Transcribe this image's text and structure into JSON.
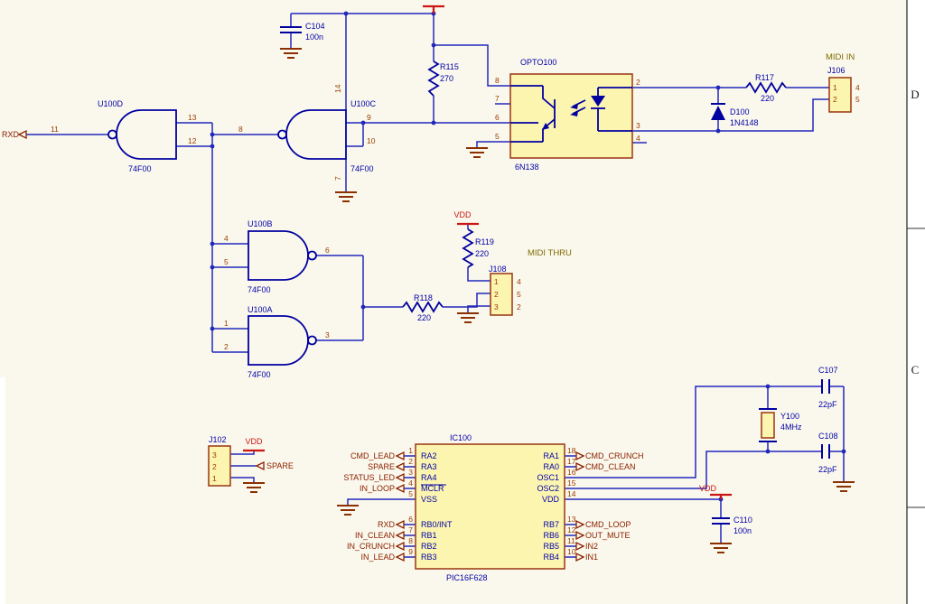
{
  "sheet": {
    "zone_d": "D",
    "zone_c": "C"
  },
  "titles": {
    "midi_in": "MIDI IN",
    "midi_thru": "MIDI THRU"
  },
  "power": {
    "vdd": "VDD"
  },
  "ports": {
    "rxd": "RXD",
    "spare": "SPARE"
  },
  "c104": {
    "ref": "C104",
    "val": "100n"
  },
  "r115": {
    "ref": "R115",
    "val": "270"
  },
  "r117": {
    "ref": "R117",
    "val": "220"
  },
  "r118": {
    "ref": "R118",
    "val": "220"
  },
  "r119": {
    "ref": "R119",
    "val": "220"
  },
  "c107": {
    "ref": "C107",
    "val": "22pF"
  },
  "c108": {
    "ref": "C108",
    "val": "22pF"
  },
  "c110": {
    "ref": "C110",
    "val": "100n"
  },
  "d100": {
    "ref": "D100",
    "val": "1N4148"
  },
  "y100": {
    "ref": "Y100",
    "val": "4MHz"
  },
  "opto": {
    "ref": "OPTO100",
    "val": "6N138",
    "p8": "8",
    "p7": "7",
    "p6": "6",
    "p5": "5",
    "p2": "2",
    "p3": "3",
    "p4": "4"
  },
  "u100d": {
    "ref": "U100D",
    "val": "74F00",
    "in1": "13",
    "in2": "12",
    "out": "11"
  },
  "u100c": {
    "ref": "U100C",
    "val": "74F00",
    "in1": "9",
    "in2": "10",
    "out": "8",
    "vcc": "14",
    "gnd": "7"
  },
  "u100b": {
    "ref": "U100B",
    "val": "74F00",
    "in1": "4",
    "in2": "5",
    "out": "6"
  },
  "u100a": {
    "ref": "U100A",
    "val": "74F00",
    "in1": "1",
    "in2": "2",
    "out": "3"
  },
  "j106": {
    "ref": "J106",
    "p1": "1",
    "p2": "2",
    "din4": "4",
    "din5": "5"
  },
  "j108": {
    "ref": "J108",
    "p1": "1",
    "p2": "2",
    "p3": "3",
    "din4": "4",
    "din5": "5",
    "din2": "2"
  },
  "j102": {
    "ref": "J102",
    "p3": "3",
    "p2": "2",
    "p1": "1"
  },
  "ic100": {
    "ref": "IC100",
    "part": "PIC16F628",
    "left": [
      {
        "num": "1",
        "name": "RA2",
        "net": "CMD_LEAD"
      },
      {
        "num": "2",
        "name": "RA3",
        "net": "SPARE"
      },
      {
        "num": "3",
        "name": "RA4",
        "net": "STATUS_LED"
      },
      {
        "num": "4",
        "name": "MCLR",
        "net": "IN_LOOP"
      },
      {
        "num": "5",
        "name": "VSS",
        "net": ""
      },
      {
        "num": "6",
        "name": "RB0/INT",
        "net": "RXD"
      },
      {
        "num": "7",
        "name": "RB1",
        "net": "IN_CLEAN"
      },
      {
        "num": "8",
        "name": "RB2",
        "net": "IN_CRUNCH"
      },
      {
        "num": "9",
        "name": "RB3",
        "net": "IN_LEAD"
      }
    ],
    "right": [
      {
        "num": "18",
        "name": "RA1",
        "net": "CMD_CRUNCH"
      },
      {
        "num": "17",
        "name": "RA0",
        "net": "CMD_CLEAN"
      },
      {
        "num": "16",
        "name": "OSC1",
        "net": ""
      },
      {
        "num": "15",
        "name": "OSC2",
        "net": ""
      },
      {
        "num": "14",
        "name": "VDD",
        "net": ""
      },
      {
        "num": "13",
        "name": "RB7",
        "net": "CMD_LOOP"
      },
      {
        "num": "12",
        "name": "RB6",
        "net": "OUT_MUTE"
      },
      {
        "num": "11",
        "name": "RB5",
        "net": "IN2"
      },
      {
        "num": "10",
        "name": "RB4",
        "net": "IN1"
      }
    ]
  }
}
